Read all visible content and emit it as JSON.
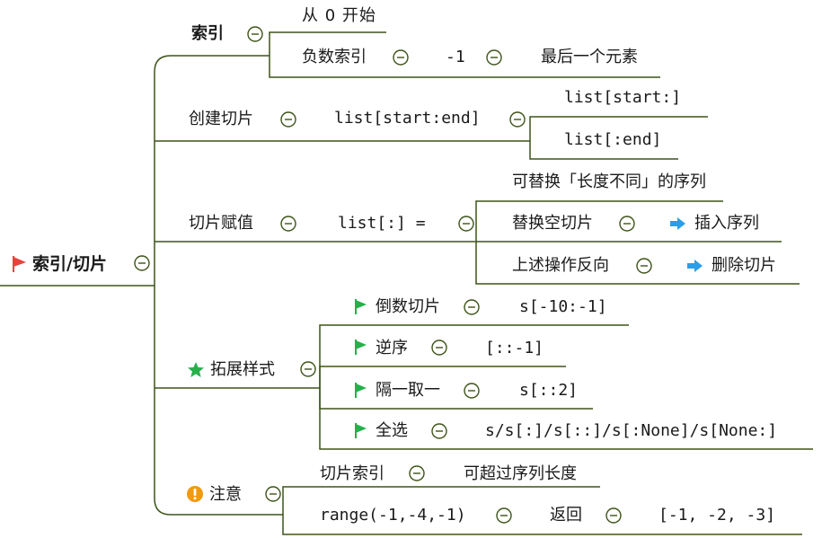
{
  "root": {
    "label": "索引/切片"
  },
  "index": {
    "label": "索引",
    "from_zero": "从 0 开始",
    "negative": {
      "label": "负数索引",
      "value": "-1",
      "meaning": "最后一个元素"
    }
  },
  "slice": {
    "label": "创建切片",
    "syntax": "list[start:end]",
    "variants": [
      "list[start:]",
      "list[:end]"
    ]
  },
  "assign": {
    "label": "切片赋值",
    "syntax": "list[:] =",
    "note": "可替换「长度不同」的序列",
    "empty": {
      "label": "替换空切片",
      "result": "插入序列"
    },
    "reverse": {
      "label": "上述操作反向",
      "result": "删除切片"
    }
  },
  "ext": {
    "label": "拓展样式",
    "items": [
      {
        "label": "倒数切片",
        "value": "s[-10:-1]"
      },
      {
        "label": "逆序",
        "value": "[::-1]"
      },
      {
        "label": "隔一取一",
        "value": "s[::2]"
      },
      {
        "label": "全选",
        "value": "s/s[:]/s[::]/s[:None]/s[None:]"
      }
    ]
  },
  "note": {
    "label": "注意",
    "index": {
      "label": "切片索引",
      "value": "可超过序列长度"
    },
    "range": {
      "expr": "range(-1,-4,-1)",
      "verb": "返回",
      "result": "[-1, -2, -3]"
    }
  },
  "colors": {
    "branch": "#3d5418",
    "flag_red": "#e8433a",
    "flag_green": "#25b04a",
    "warn": "#f29a0e",
    "arrow": "#2a9ee8"
  }
}
